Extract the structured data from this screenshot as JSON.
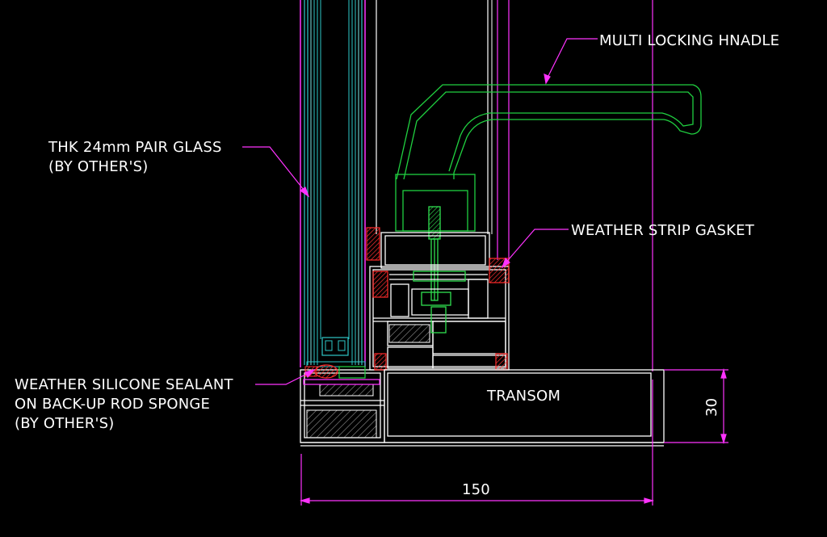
{
  "drawing": {
    "background": "#000000",
    "colors": {
      "glass": "#2ec7c7",
      "glass_light": "#7ee8e8",
      "profile": "#ffffff",
      "handle": "#20d040",
      "gasket": "#ff2a2a",
      "leader": "#ff33ff",
      "dimension": "#ff33ff",
      "text": "#ffffff",
      "hatch": "#999999"
    },
    "labels": {
      "handle": "MULTI LOCKING HNADLE",
      "glass_line1": "THK 24mm PAIR GLASS",
      "glass_line2": "(BY OTHER'S)",
      "gasket": "WEATHER STRIP GASKET",
      "sealant_line1": "WEATHER SILICONE SEALANT",
      "sealant_line2": "ON BACK-UP ROD SPONGE",
      "sealant_line3": "(BY OTHER'S)",
      "transom": "TRANSOM"
    },
    "dimensions": {
      "width": "150",
      "height": "30"
    }
  }
}
